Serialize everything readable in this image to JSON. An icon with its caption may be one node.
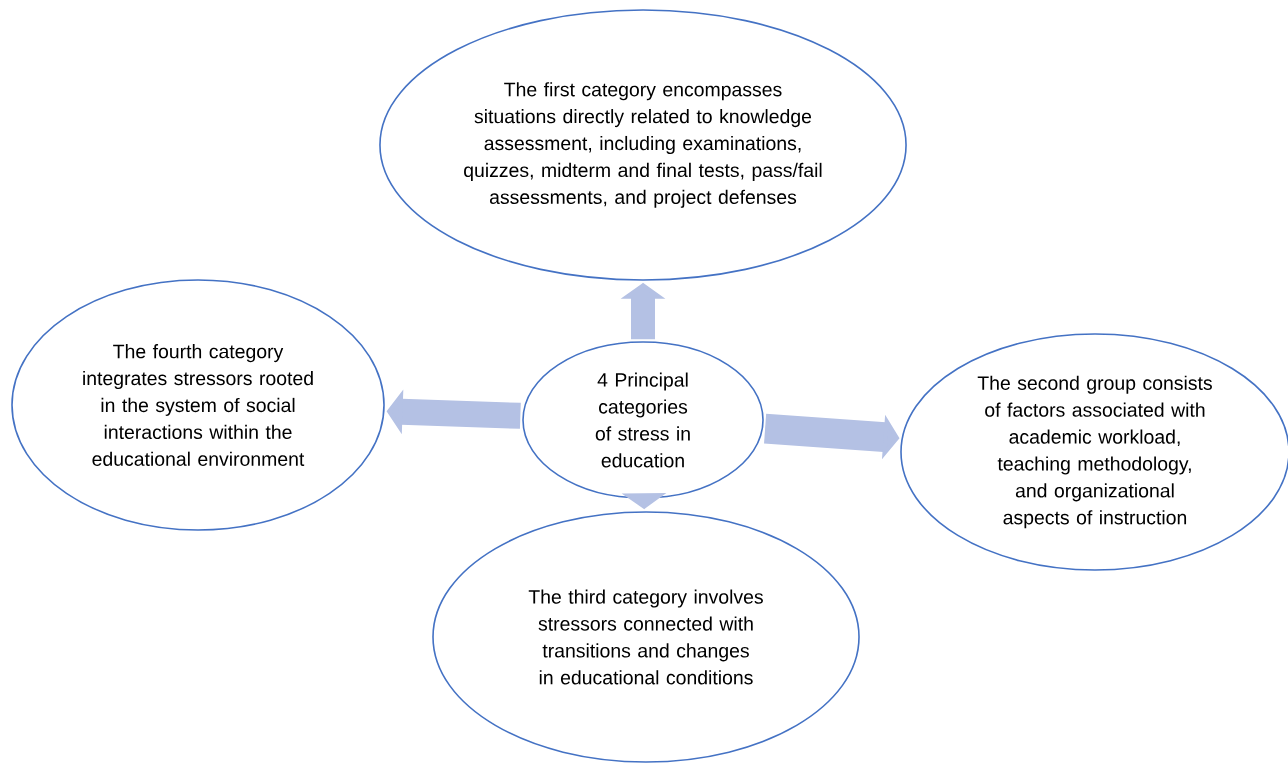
{
  "diagram": {
    "nodes": [
      {
        "text": [
          "The first category encompasses situations directly related to knowledge assessment, including examinations, quizzes, midterm and final tests, pass/fail assessments, and project defenses"
        ]
      },
      {
        "text": [
          "The fourth category integrates stressors rooted in the system of social interactions within the educational environment"
        ]
      },
      {
        "text": [
          "4 Principal categories of stress in education"
        ]
      },
      {
        "text": [
          "The second group consists of factors associated with academic workload, teaching methodology, and organizational aspects of instruction"
        ]
      },
      {
        "text": [
          "The third category involves stressors connected with transitions and changes in educational conditions"
        ]
      }
    ],
    "edges": [
      {
        "from": 2,
        "to": 0,
        "arrow": "to"
      },
      {
        "from": 2,
        "to": 1,
        "arrow": "to"
      },
      {
        "from": 2,
        "to": 3,
        "arrow": "to"
      },
      {
        "from": 2,
        "to": 4,
        "arrow": "to"
      }
    ]
  }
}
